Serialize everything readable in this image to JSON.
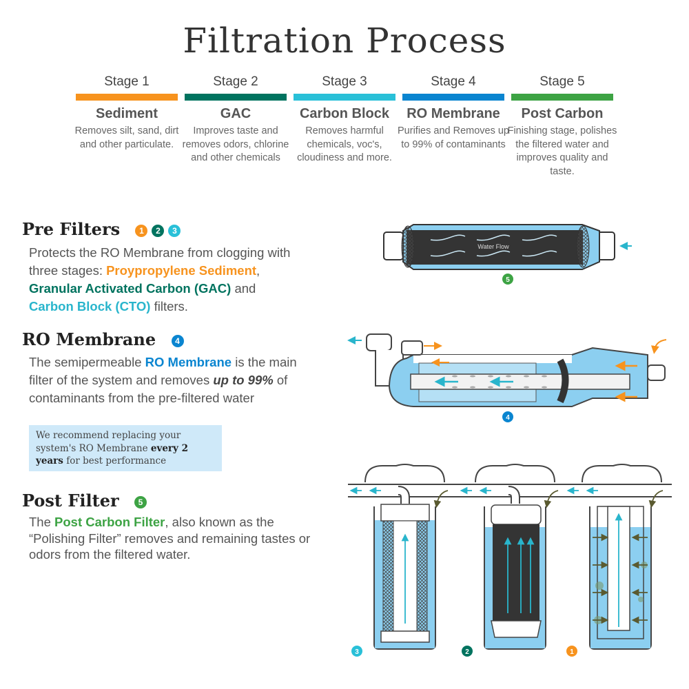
{
  "title": "Filtration Process",
  "colors": {
    "stage1": "#f7931e",
    "stage2": "#00735f",
    "stage3": "#29c0d8",
    "stage4": "#0a85d0",
    "stage5": "#3da344",
    "water": "#8ccff0",
    "carbon": "#343434"
  },
  "stages": [
    {
      "label": "Stage 1",
      "name": "Sediment",
      "desc": "Removes silt, sand, dirt and other particulate."
    },
    {
      "label": "Stage 2",
      "name": "GAC",
      "desc": "Improves taste and removes odors, chlorine and other chemicals"
    },
    {
      "label": "Stage 3",
      "name": "Carbon Block",
      "desc": "Removes harmful chemicals, voc's, cloudiness and more."
    },
    {
      "label": "Stage 4",
      "name": "RO Membrane",
      "desc": "Purifies and Removes up to 99% of contaminants"
    },
    {
      "label": "Stage 5",
      "name": "Post Carbon",
      "desc": "Finishing stage, polishes the filtered water and improves quality and taste."
    }
  ],
  "pre_filters": {
    "heading": "Pre Filters",
    "badges": [
      "1",
      "2",
      "3"
    ],
    "text1": "Protects the RO Membrane from clogging with three stages: ",
    "hl1": "Proypropylene Sediment",
    "text2": ", ",
    "hl2": "Granular Activated Carbon (GAC)",
    "text3": " and ",
    "hl3": "Carbon Block (CTO)",
    "text4": " filters."
  },
  "ro_membrane": {
    "heading": "RO Membrane",
    "badge": "4",
    "text1": "The semipermeable ",
    "hl1": "RO Membrane",
    "text2": " is the main filter of the system and removes ",
    "em": "up to 99%",
    "text3": " of contaminants from the pre-filtered water"
  },
  "callout": {
    "text1": "We recommend replacing your system's RO Membrane ",
    "bold": "every 2 years",
    "text2": " for best performance"
  },
  "post_filter": {
    "heading": "Post Filter",
    "badge": "5",
    "text1": "The ",
    "hl1": "Post Carbon Filter",
    "text2": ", also known as the “Polishing Filter” removes and remaining tastes or odors from the filtered water."
  },
  "diagram": {
    "water_flow_label": "Water Flow",
    "post_badge": "5",
    "ro_badge": "4",
    "housing_badges": [
      "3",
      "2",
      "1"
    ]
  }
}
